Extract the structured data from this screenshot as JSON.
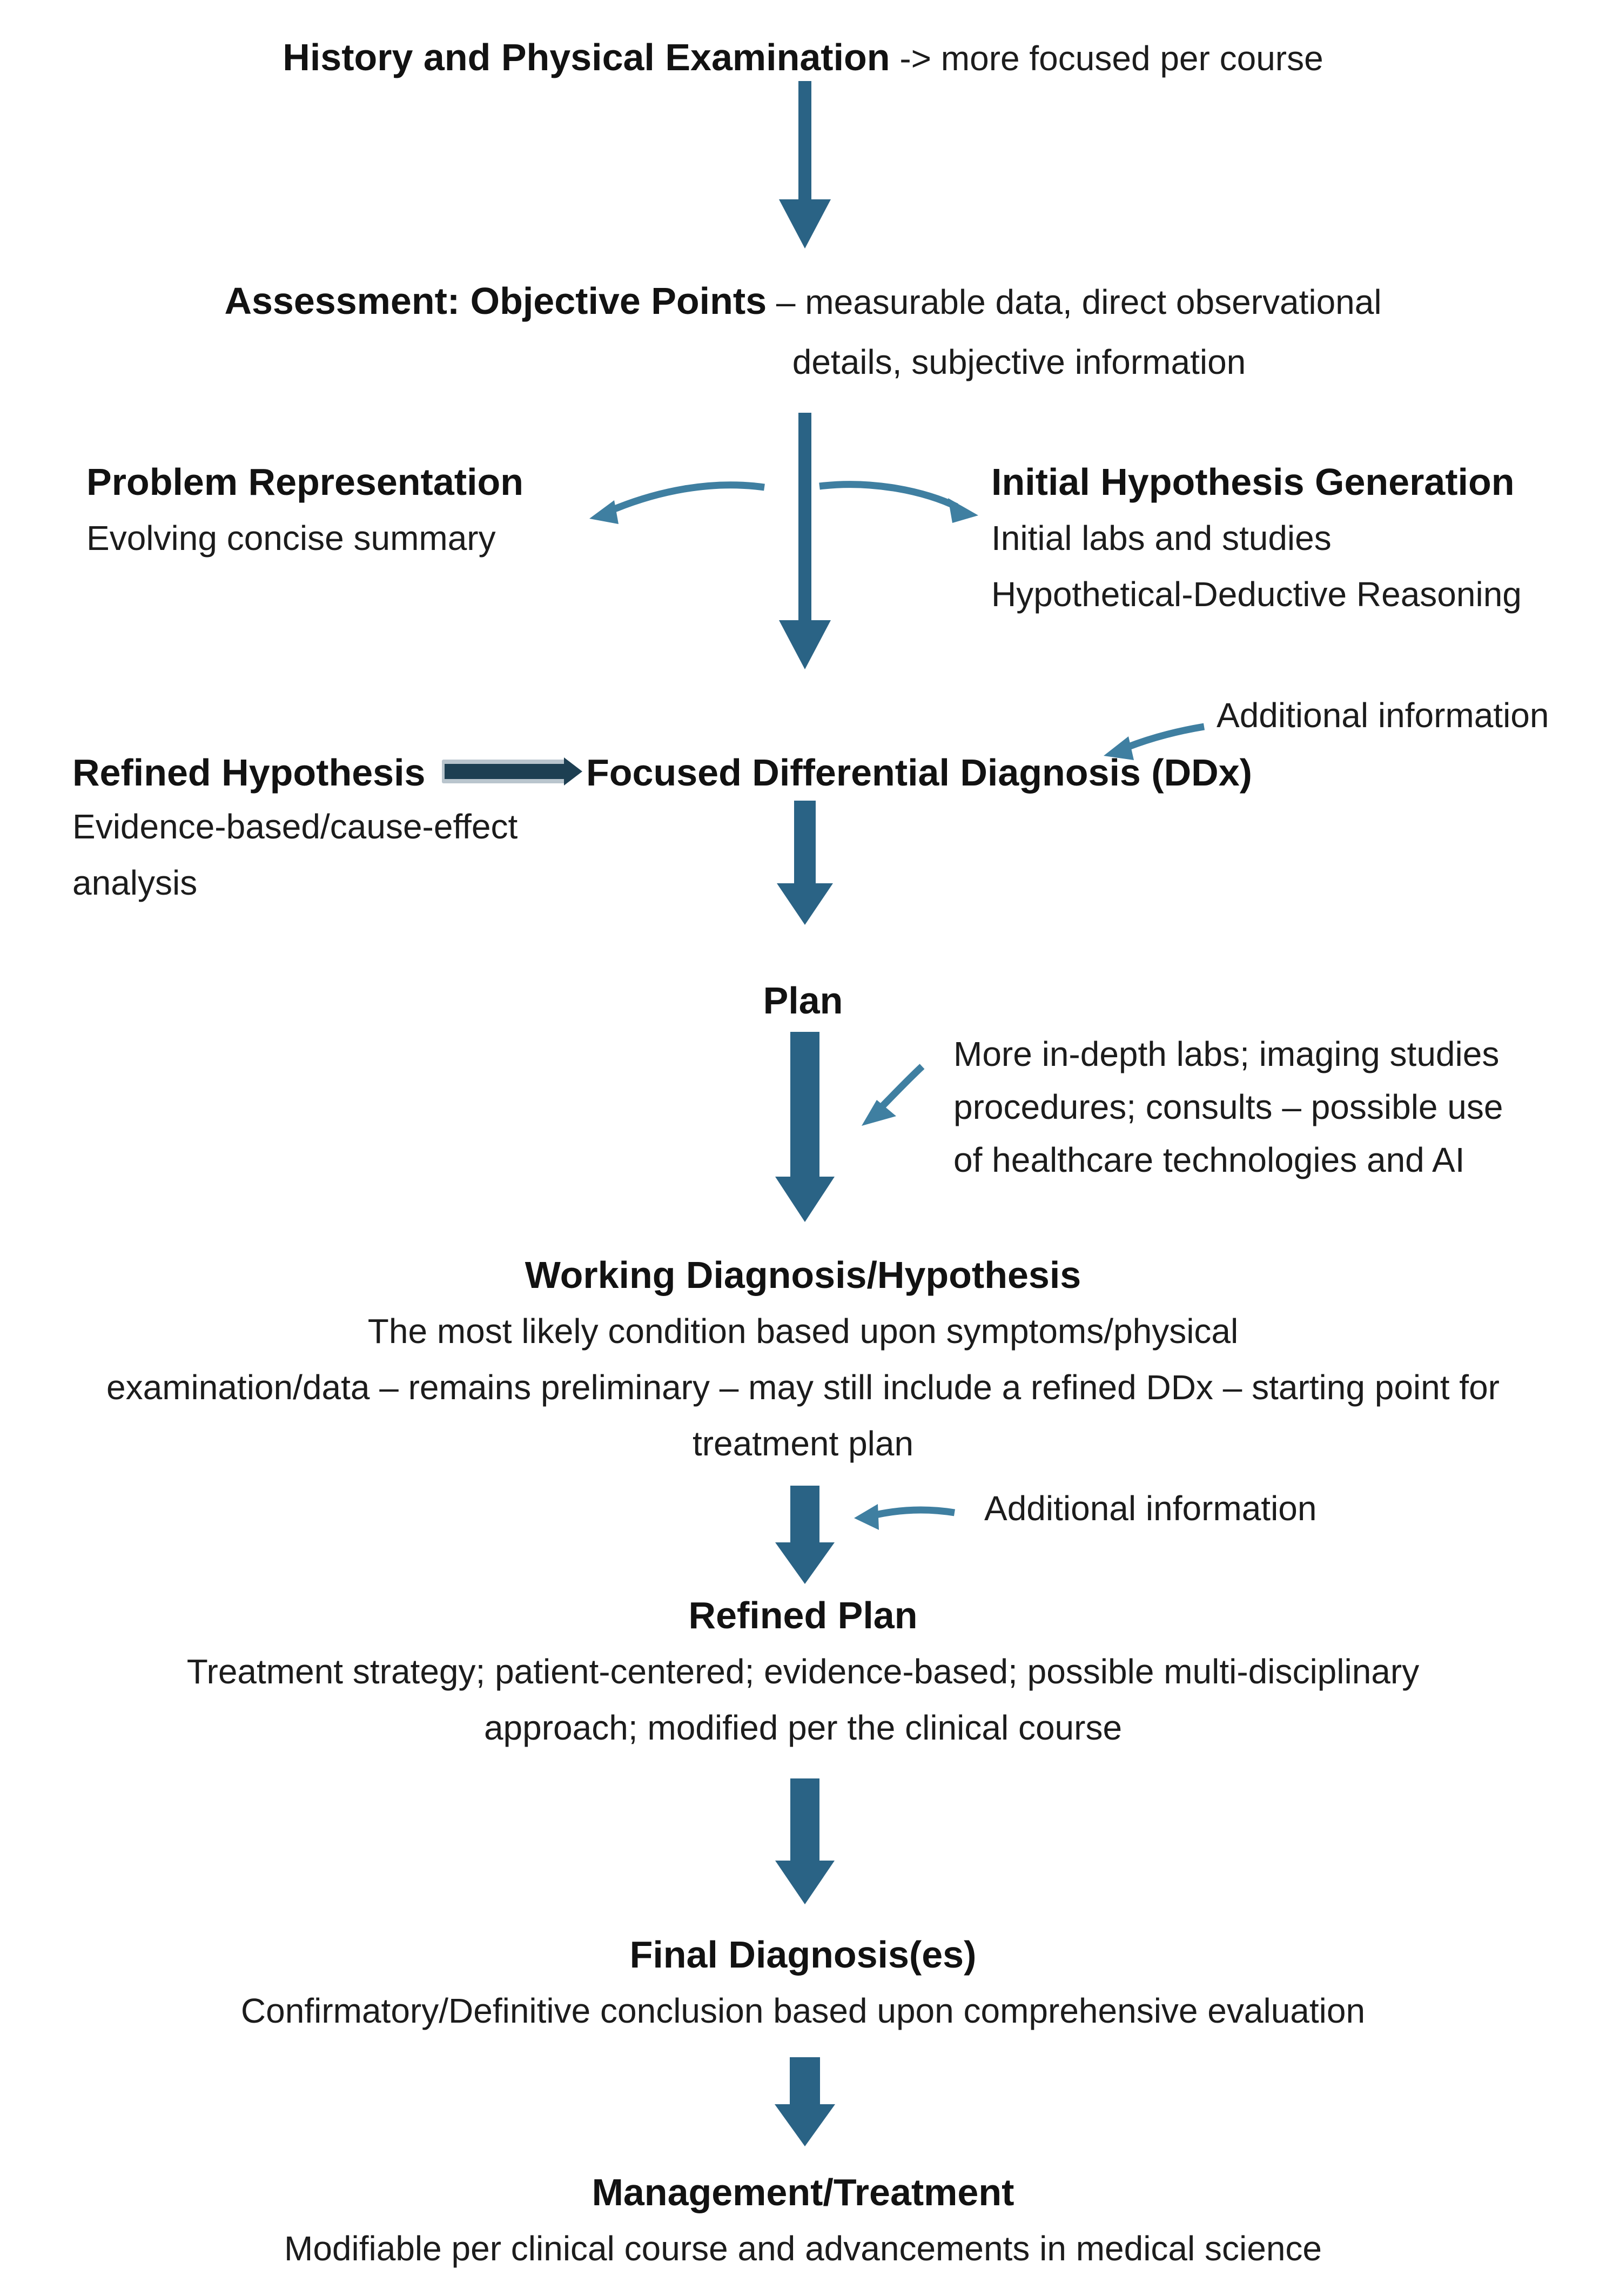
{
  "colors": {
    "arrow_fill": "#2A6385",
    "arrow_stroke": "#16374A",
    "pointer": "#3F7FA1",
    "ddx_arrow_fill": "#1D3F52",
    "ddx_arrow_halo": "#B9C5CD"
  },
  "nodes": {
    "title_bold": "History and Physical Examination",
    "title_rest": " -> more focused per course",
    "assessment_bold": "Assessment: Objective Points",
    "assessment_rest": " – measurable data, direct observational",
    "assessment_line2": "details, subjective information",
    "problem_title": "Problem Representation",
    "problem_sub": "Evolving concise summary",
    "initial_title": "Initial Hypothesis Generation",
    "initial_sub1": "Initial labs and studies",
    "initial_sub2": "Hypothetical-Deductive Reasoning",
    "additional_info_1": "Additional information",
    "refined_hypothesis": "Refined Hypothesis",
    "ddx_title": "Focused Differential Diagnosis (DDx)",
    "evidence_line1": "Evidence-based/cause-effect",
    "evidence_line2": "analysis",
    "plan": "Plan",
    "plan_note_line1": "More in-depth labs; imaging studies",
    "plan_note_line2": "procedures; consults – possible use",
    "plan_note_line3": "of healthcare technologies and AI",
    "working_title": "Working Diagnosis/Hypothesis",
    "working_line1": "The most likely condition based upon symptoms/physical",
    "working_line2": "examination/data – remains preliminary – may still include a refined DDx – starting point for",
    "working_line3": "treatment plan",
    "additional_info_2": "Additional information",
    "refined_plan_title": "Refined Plan",
    "refined_plan_line1": "Treatment strategy; patient-centered; evidence-based; possible multi-disciplinary",
    "refined_plan_line2": "approach; modified per the clinical course",
    "final_title": "Final Diagnosis(es)",
    "final_line1": "Confirmatory/Definitive conclusion based upon comprehensive evaluation",
    "management_title": "Management/Treatment",
    "management_line1": "Modifiable per clinical course and advancements in medical science"
  }
}
